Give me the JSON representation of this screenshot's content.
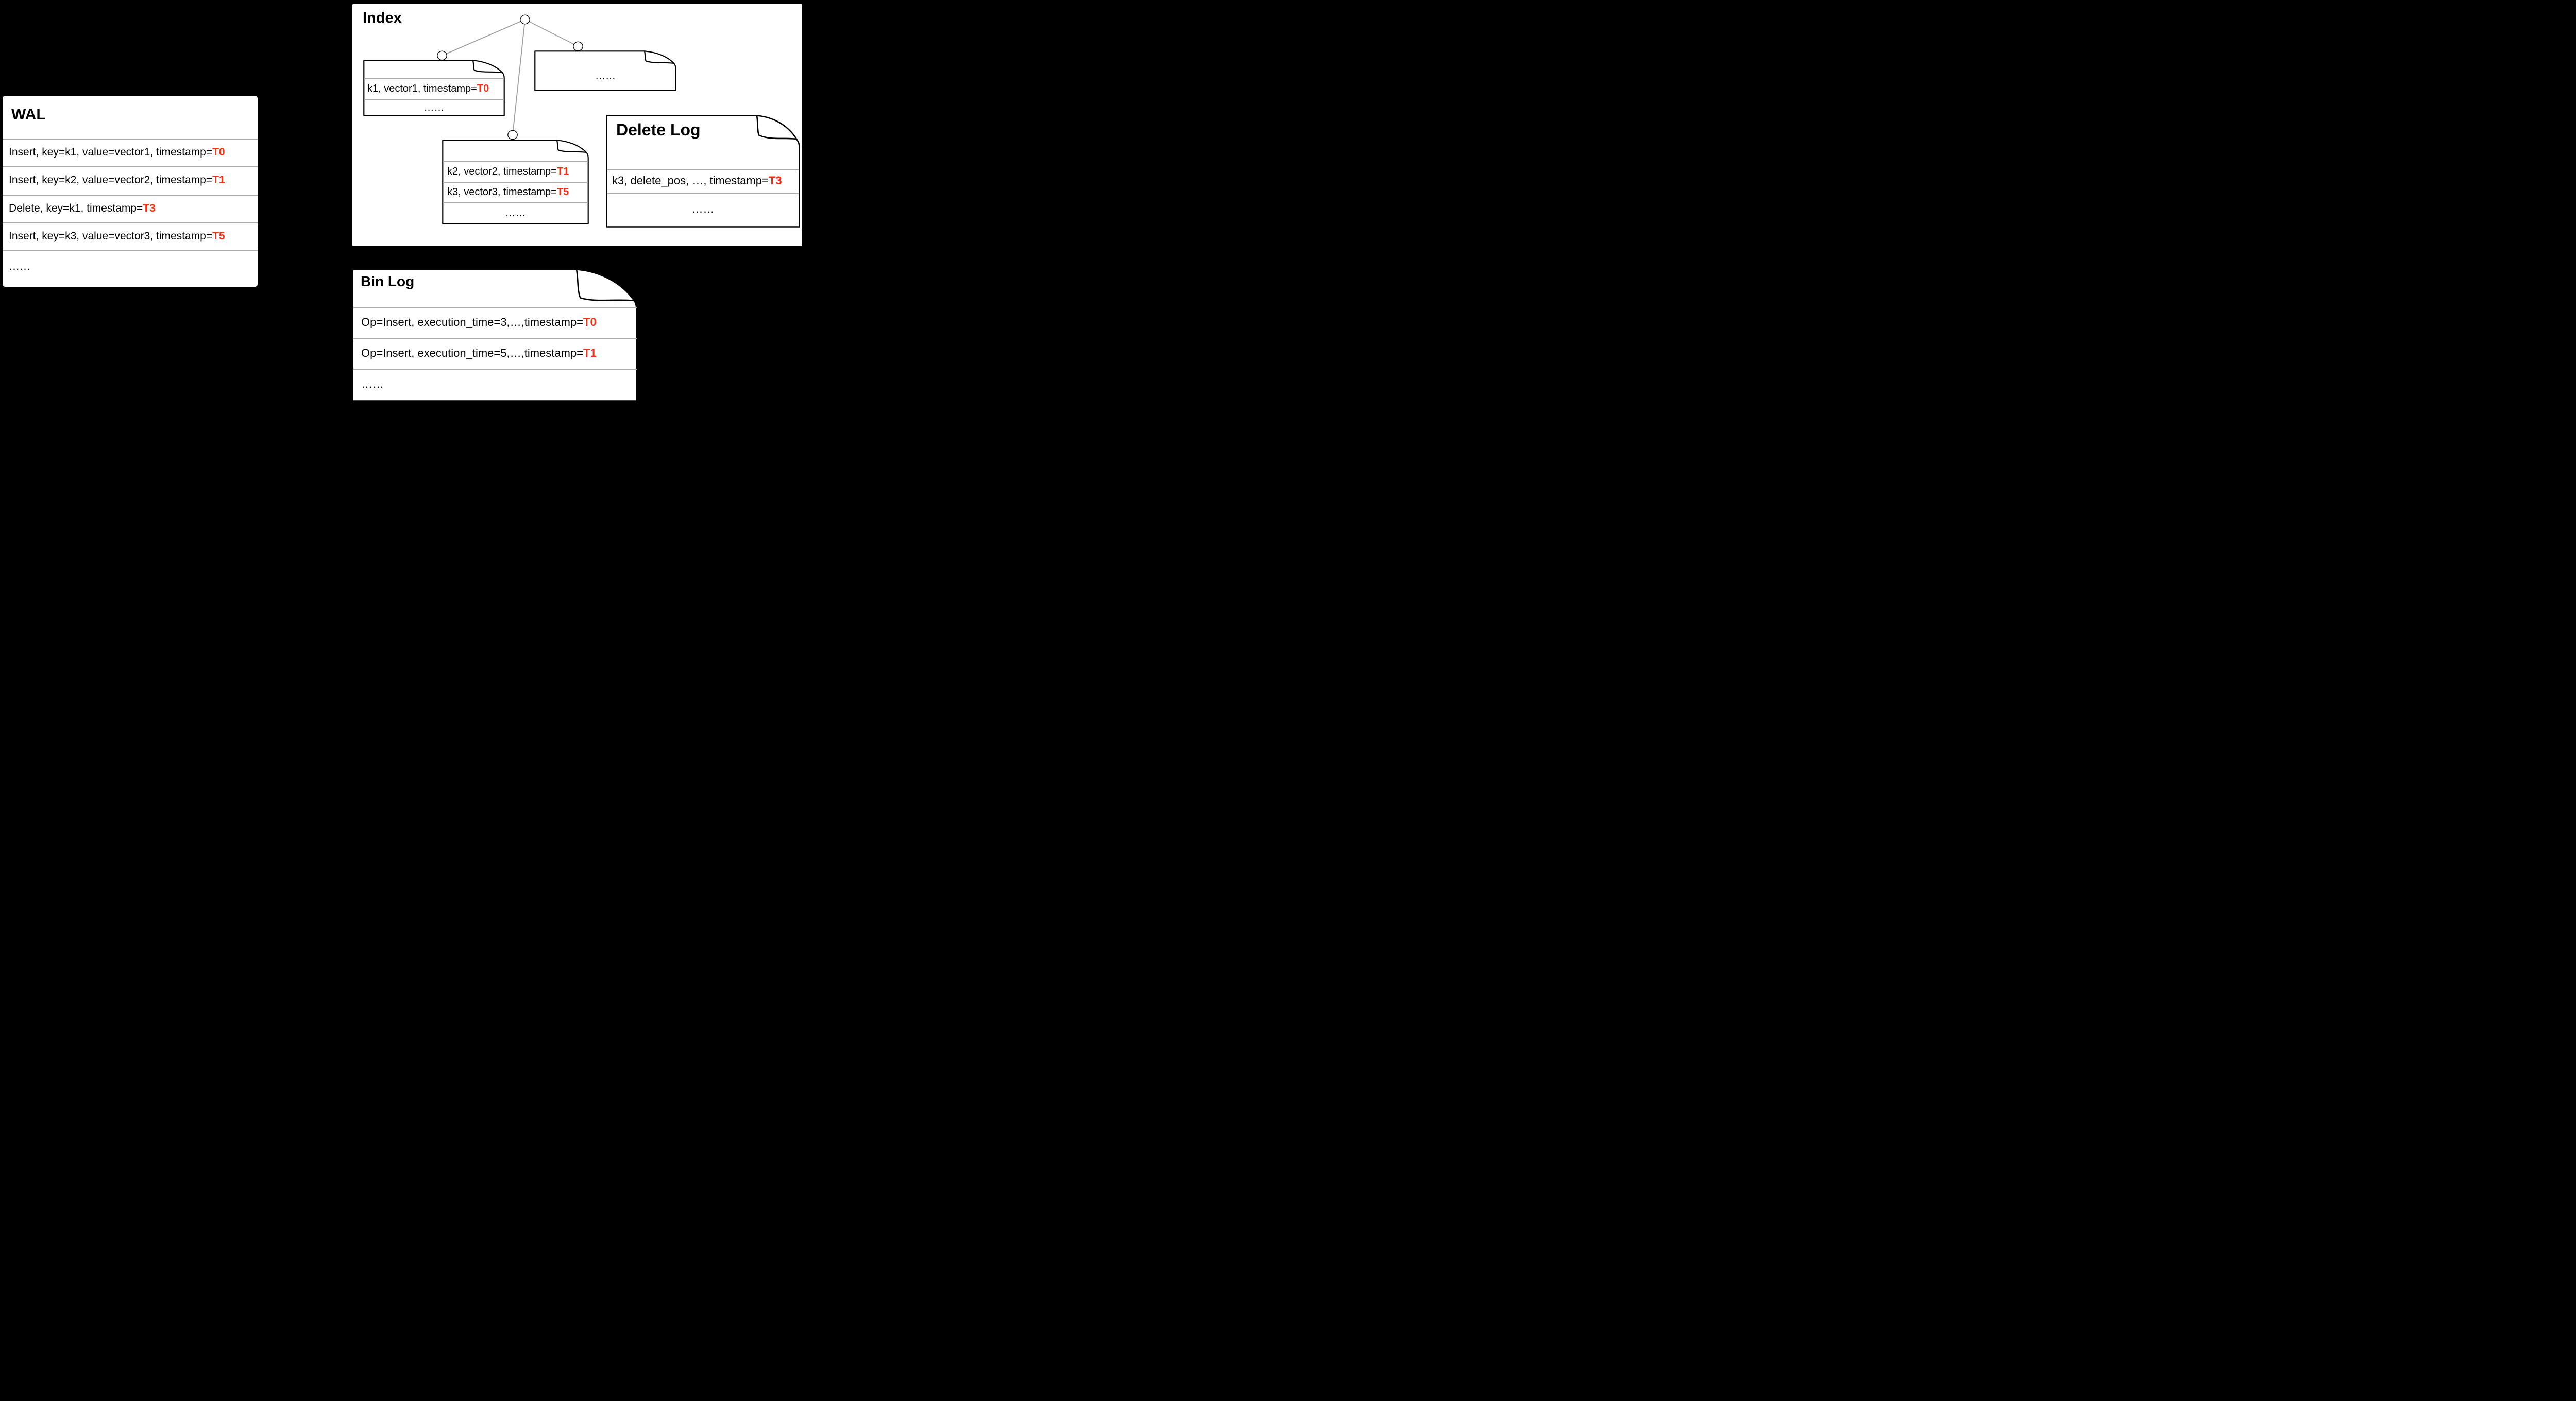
{
  "colors": {
    "background": "#000000",
    "accent_red": "#ff2b0e",
    "separator_gray": "#ababab",
    "tree_line_gray": "#9e9e9e",
    "doc_stroke": "#000000"
  },
  "wal": {
    "title": "WAL",
    "rows": [
      {
        "text": "Insert, key=k1, value=vector1, timestamp=",
        "ts": "T0"
      },
      {
        "text": "Insert, key=k2, value=vector2, timestamp=",
        "ts": "T1"
      },
      {
        "text": "Delete, key=k1, timestamp=",
        "ts": "T3"
      },
      {
        "text": "Insert, key=k3, value=vector3, timestamp=",
        "ts": "T5"
      }
    ],
    "ellipsis": "……"
  },
  "index": {
    "title": "Index",
    "file1": {
      "rows": [
        {
          "text": "k1, vector1, timestamp=",
          "ts": "T0"
        }
      ],
      "ellipsis": "……"
    },
    "file2": {
      "ellipsis": "……"
    },
    "file3": {
      "rows": [
        {
          "text": "k2, vector2, timestamp=",
          "ts": "T1"
        },
        {
          "text": "k3, vector3, timestamp=",
          "ts": "T5"
        }
      ],
      "ellipsis": "……"
    }
  },
  "delete_log": {
    "title": "Delete Log",
    "rows": [
      {
        "text": "k3, delete_pos, …, timestamp=",
        "ts": "T3"
      }
    ],
    "ellipsis": "……"
  },
  "bin_log": {
    "title": "Bin Log",
    "rows": [
      {
        "text": "Op=Insert, execution_time=3,…,timestamp=",
        "ts": "T0"
      },
      {
        "text": "Op=Insert, execution_time=5,…,timestamp=",
        "ts": "T1"
      }
    ],
    "ellipsis": "……"
  }
}
